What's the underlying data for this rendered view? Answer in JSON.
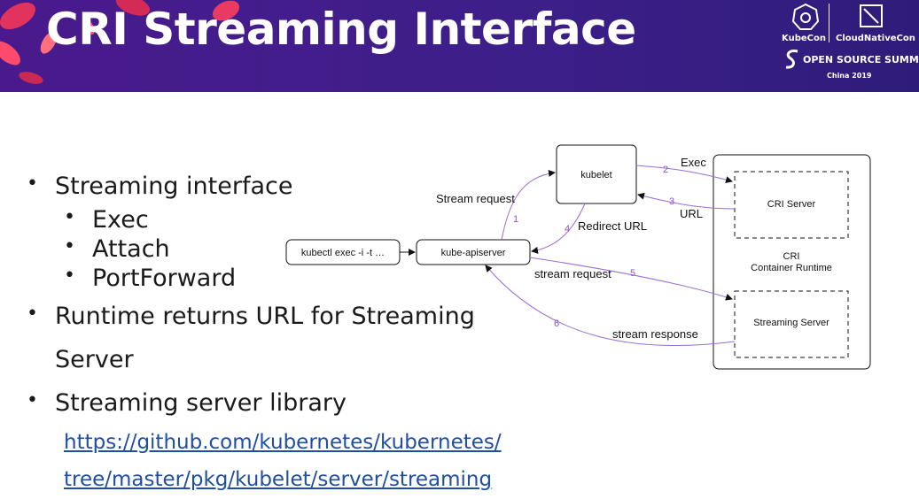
{
  "slide": {
    "title": "CRI Streaming Interface",
    "logos": {
      "kubecon": "KubeCon",
      "cloudnativecon": "CloudNativeCon",
      "summit": "OPEN SOURCE SUMMIT",
      "location": "China 2019"
    }
  },
  "bullets": [
    {
      "text": "Streaming interface"
    },
    {
      "text": "Exec"
    },
    {
      "text": "Attach"
    },
    {
      "text": "PortForward"
    },
    {
      "text": "Runtime returns URL for Streaming"
    },
    {
      "text": "Server"
    },
    {
      "text": "Streaming server library"
    }
  ],
  "link": {
    "line1": "https://github.com/kubernetes/kubernetes/",
    "line2": "tree/master/pkg/kubelet/server/streaming"
  },
  "diagram": {
    "nodes": {
      "kubectl": "kubectl exec -i -t …",
      "apiserver": "kube-apiserver",
      "kubelet": "kubelet",
      "cri_server": "CRI Server",
      "runtime_line1": "CRI",
      "runtime_line2": "Container Runtime",
      "streaming_server": "Streaming Server"
    },
    "edges": {
      "e1": {
        "num": "1",
        "label": "Stream request"
      },
      "e2": {
        "num": "2",
        "label": "Exec"
      },
      "e3": {
        "num": "3",
        "label": "URL"
      },
      "e4": {
        "num": "4",
        "label": "Redirect URL"
      },
      "e5": {
        "num": "5",
        "label": "stream request"
      },
      "e6": {
        "num": "6",
        "label": "stream response"
      }
    }
  },
  "colors": {
    "banner": "#3d1f8a",
    "accent_edge": "#9b6bd6",
    "link": "#1f4ea3"
  }
}
